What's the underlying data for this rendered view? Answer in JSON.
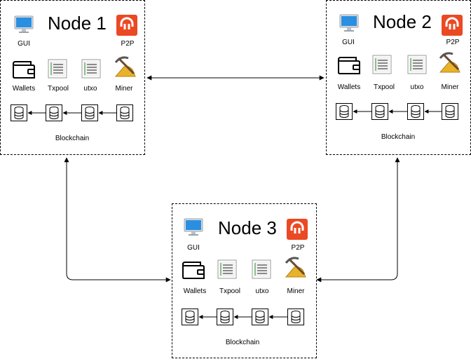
{
  "nodes": [
    {
      "title": "Node 1",
      "gui": "GUI",
      "p2p": "P2P",
      "wallets": "Wallets",
      "txpool": "Txpool",
      "utxo": "utxo",
      "miner": "Miner",
      "blockchain": "Blockchain"
    },
    {
      "title": "Node 2",
      "gui": "GUI",
      "p2p": "P2P",
      "wallets": "Wallets",
      "txpool": "Txpool",
      "utxo": "utxo",
      "miner": "Miner",
      "blockchain": "Blockchain"
    },
    {
      "title": "Node 3",
      "gui": "GUI",
      "p2p": "P2P",
      "wallets": "Wallets",
      "txpool": "Txpool",
      "utxo": "utxo",
      "miner": "Miner",
      "blockchain": "Blockchain"
    }
  ],
  "colors": {
    "p2p_brand": "#eb4924",
    "monitor_blue": "#2a8fe0",
    "miner_gold": "#e8b22a"
  },
  "icons": [
    "monitor-icon",
    "stumbleupon-icon",
    "wallet-icon",
    "document-icon",
    "pickaxe-gold-icon",
    "database-icon"
  ]
}
